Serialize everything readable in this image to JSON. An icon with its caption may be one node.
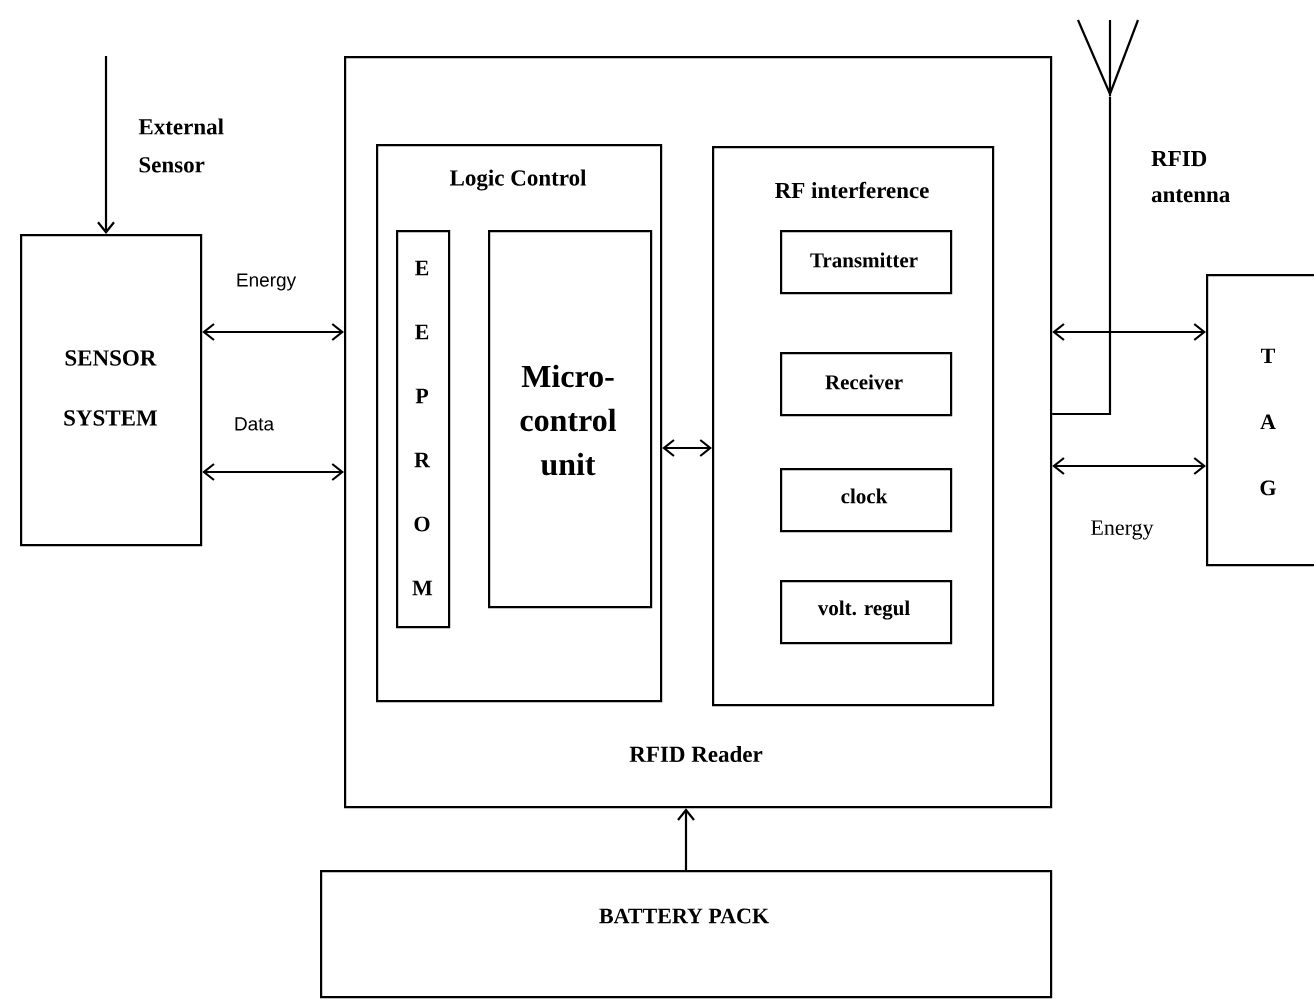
{
  "diagram": {
    "nodes": [
      {
        "text": [
          "SENSOR SYSTEM"
        ]
      },
      {
        "text": [
          "RFID Reader"
        ]
      },
      {
        "text": [
          "Logic Control"
        ],
        "in": 1
      },
      {
        "text": [
          "E E P R O M"
        ],
        "in": 2
      },
      {
        "text": [
          "Micro-control unit"
        ],
        "in": 2
      },
      {
        "text": [
          "RF interference"
        ],
        "in": 1
      },
      {
        "text": [
          "Transmitter"
        ],
        "in": 5
      },
      {
        "text": [
          "Receiver"
        ],
        "in": 5
      },
      {
        "text": [
          "clock"
        ],
        "in": 5
      },
      {
        "text": [
          "volt. regul"
        ],
        "in": 5
      },
      {
        "text": [
          "T A G"
        ]
      },
      {
        "text": [
          "BATTERY PACK"
        ]
      },
      {
        "text": [],
        "shape": "picture",
        "beside": [
          "RFID antenna"
        ]
      }
    ],
    "edges": [
      {
        "from": null,
        "to": 0,
        "arrow": "to",
        "label": "External Sensor"
      },
      {
        "from": 0,
        "to": 1,
        "arrow": "both",
        "label": "Energy"
      },
      {
        "from": 0,
        "to": 1,
        "arrow": "both",
        "label": "Data"
      },
      {
        "from": 2,
        "to": 5,
        "arrow": "both"
      },
      {
        "from": 1,
        "to": 10,
        "arrow": "both"
      },
      {
        "from": 1,
        "to": 10,
        "arrow": "both",
        "label": "Energy"
      },
      {
        "from": 12,
        "to": 1,
        "arrow": "none"
      },
      {
        "from": 11,
        "to": 1,
        "arrow": "to"
      }
    ]
  }
}
